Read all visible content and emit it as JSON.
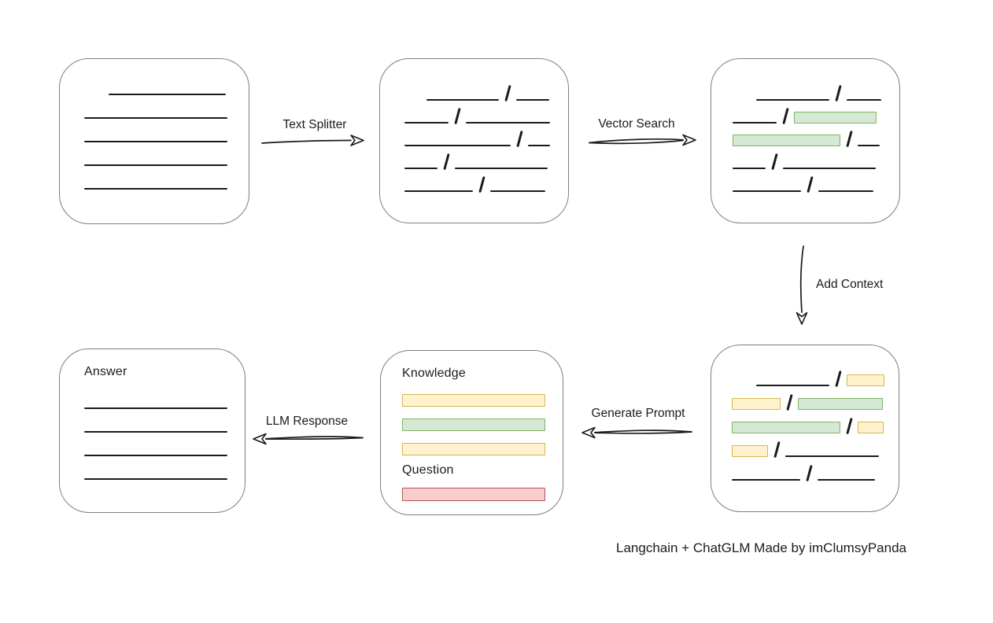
{
  "caption": "Langchain + ChatGLM Made by imClumsyPanda",
  "colors": {
    "ink": "#1b1b1b",
    "box_stroke": "#7f7f7f",
    "green_fill": "#d5e8d4",
    "green_stroke": "#82b366",
    "yellow_fill": "#fff2cc",
    "yellow_stroke": "#d6b656",
    "red_fill": "#f8cecc",
    "red_stroke": "#b85450"
  },
  "arrow_labels": {
    "text_splitter": "Text Splitter",
    "vector_search": "Vector Search",
    "add_context": "Add Context",
    "generate_prompt": "Generate Prompt",
    "llm_response": "LLM Response"
  },
  "box_labels": {
    "knowledge": "Knowledge",
    "question": "Question",
    "answer": "Answer"
  },
  "boxes": {
    "document": {
      "rows": [
        [
          {
            "t": "gap",
            "w": 31
          },
          {
            "t": "line",
            "w": 149
          }
        ],
        [
          {
            "t": "line",
            "w": 182
          }
        ],
        [
          {
            "t": "line",
            "w": 182
          }
        ],
        [
          {
            "t": "line",
            "w": 182
          }
        ],
        [
          {
            "t": "line",
            "w": 182
          }
        ]
      ]
    },
    "chunks": {
      "rows": [
        [
          {
            "t": "gap",
            "w": 28
          },
          {
            "t": "line",
            "w": 92
          },
          {
            "t": "slash"
          },
          {
            "t": "line",
            "w": 42
          }
        ],
        [
          {
            "t": "line",
            "w": 56
          },
          {
            "t": "slash"
          },
          {
            "t": "line",
            "w": 107
          }
        ],
        [
          {
            "t": "line",
            "w": 135
          },
          {
            "t": "slash"
          },
          {
            "t": "line",
            "w": 28
          }
        ],
        [
          {
            "t": "line",
            "w": 42
          },
          {
            "t": "slash"
          },
          {
            "t": "line",
            "w": 118
          }
        ],
        [
          {
            "t": "line",
            "w": 87
          },
          {
            "t": "slash"
          },
          {
            "t": "line",
            "w": 70
          }
        ]
      ]
    },
    "matched": {
      "rows": [
        [
          {
            "t": "gap",
            "w": 30
          },
          {
            "t": "line",
            "w": 93
          },
          {
            "t": "slash"
          },
          {
            "t": "line",
            "w": 44
          }
        ],
        [
          {
            "t": "line",
            "w": 56
          },
          {
            "t": "slash"
          },
          {
            "t": "green",
            "w": 103
          }
        ],
        [
          {
            "t": "green",
            "w": 135
          },
          {
            "t": "slash"
          },
          {
            "t": "line",
            "w": 28
          }
        ],
        [
          {
            "t": "line",
            "w": 42
          },
          {
            "t": "slash"
          },
          {
            "t": "line",
            "w": 118
          }
        ],
        [
          {
            "t": "line",
            "w": 87
          },
          {
            "t": "slash"
          },
          {
            "t": "line",
            "w": 70
          }
        ]
      ]
    },
    "context": {
      "rows": [
        [
          {
            "t": "gap",
            "w": 31
          },
          {
            "t": "line",
            "w": 93
          },
          {
            "t": "slash"
          },
          {
            "t": "yellow",
            "w": 46
          }
        ],
        [
          {
            "t": "yellow",
            "w": 60
          },
          {
            "t": "slash"
          },
          {
            "t": "green",
            "w": 106
          }
        ],
        [
          {
            "t": "green",
            "w": 136
          },
          {
            "t": "slash"
          },
          {
            "t": "yellow",
            "w": 31
          }
        ],
        [
          {
            "t": "yellow",
            "w": 44
          },
          {
            "t": "slash"
          },
          {
            "t": "line",
            "w": 119
          }
        ],
        [
          {
            "t": "line",
            "w": 87
          },
          {
            "t": "slash"
          },
          {
            "t": "line",
            "w": 73
          }
        ]
      ]
    },
    "prompt": {
      "knowledge_bars": [
        [
          {
            "t": "yellow",
            "w": 180
          }
        ],
        [
          {
            "t": "green",
            "w": 180
          }
        ],
        [
          {
            "t": "yellow",
            "w": 180
          }
        ]
      ],
      "question_bars": [
        [
          {
            "t": "red",
            "w": 180
          }
        ]
      ]
    },
    "answer": {
      "rows": [
        [
          {
            "t": "line",
            "w": 182
          }
        ],
        [
          {
            "t": "line",
            "w": 182
          }
        ],
        [
          {
            "t": "line",
            "w": 182
          }
        ],
        [
          {
            "t": "line",
            "w": 182
          }
        ]
      ]
    }
  }
}
